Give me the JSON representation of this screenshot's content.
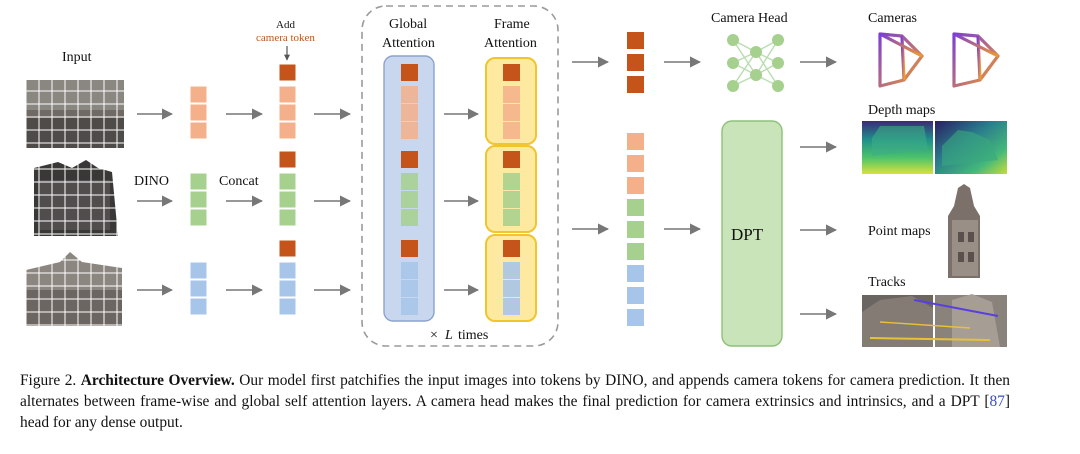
{
  "figure": {
    "input_label": "Input",
    "dino_label": "DINO",
    "concat_label": "Concat",
    "add_label": "Add",
    "camera_token_label": "camera token",
    "global_attention": [
      "Global",
      "Attention"
    ],
    "frame_attention": [
      "Frame",
      "Attention"
    ],
    "times_prefix": "×",
    "times_var": "L",
    "times_suffix": "times",
    "camera_head_label": "Camera Head",
    "cameras_label": "Cameras",
    "depth_label": "Depth maps",
    "dpt_label": "DPT",
    "point_label": "Point maps",
    "tracks_label": "Tracks"
  },
  "colors": {
    "camera_token": "#c5541b",
    "orange_token": "#f4b08a",
    "green_token": "#a6d08e",
    "blue_token": "#a7c5e8",
    "global_block": "#c9d7ee",
    "frame_block": "#fde9a0",
    "dpt_block": "#c8e4b8"
  },
  "caption": {
    "fig_label": "Figure 2.",
    "title": "Architecture Overview.",
    "text1": "Our model first patchifies the input images into tokens by DINO, and appends camera tokens for camera prediction. It then alternates between frame-wise and global self attention layers. A camera head makes the final prediction for camera extrinsics and intrinsics, and a DPT [",
    "ref": "87",
    "text2": "] head for any dense output."
  }
}
